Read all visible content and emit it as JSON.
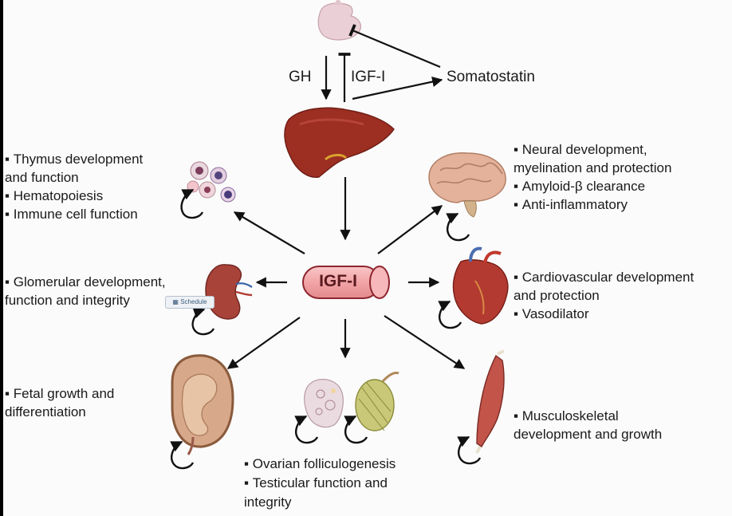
{
  "diagram": {
    "center_label": "IGF-I",
    "top": {
      "gh_label": "GH",
      "igf_label": "IGF-I",
      "somatostatin_label": "Somatostatin"
    },
    "groups": {
      "thymus": [
        "Thymus development",
        "and function",
        "Hematopoiesis",
        "Immune cell function"
      ],
      "neural": [
        "Neural development,",
        "myelination and protection",
        "Amyloid-β clearance",
        "Anti-inflammatory"
      ],
      "kidney": [
        "Glomerular development,",
        "function and integrity"
      ],
      "cardio": [
        "Cardiovascular development",
        "and protection",
        "Vasodilator"
      ],
      "fetal": [
        "Fetal growth and",
        "differentiation"
      ],
      "musculo": [
        "Musculoskeletal",
        "development and growth"
      ],
      "repro": [
        "Ovarian folliculogenesis",
        "Testicular function and",
        "integrity"
      ]
    },
    "overlay_badge": "Schedule"
  },
  "colors": {
    "igf_fill": "#f2a4a6",
    "igf_stroke": "#8e2630",
    "liver": "#9c2e22",
    "heart": "#b23a30",
    "muscle": "#c2544a",
    "brain": "#e4b29a"
  },
  "icons": [
    "pituitary-icon",
    "liver-icon",
    "blood-cells-icon",
    "brain-icon",
    "kidney-icon",
    "heart-icon",
    "fetus-icon",
    "ovary-icon",
    "testis-icon",
    "muscle-icon",
    "autocrine-loop-icon"
  ]
}
